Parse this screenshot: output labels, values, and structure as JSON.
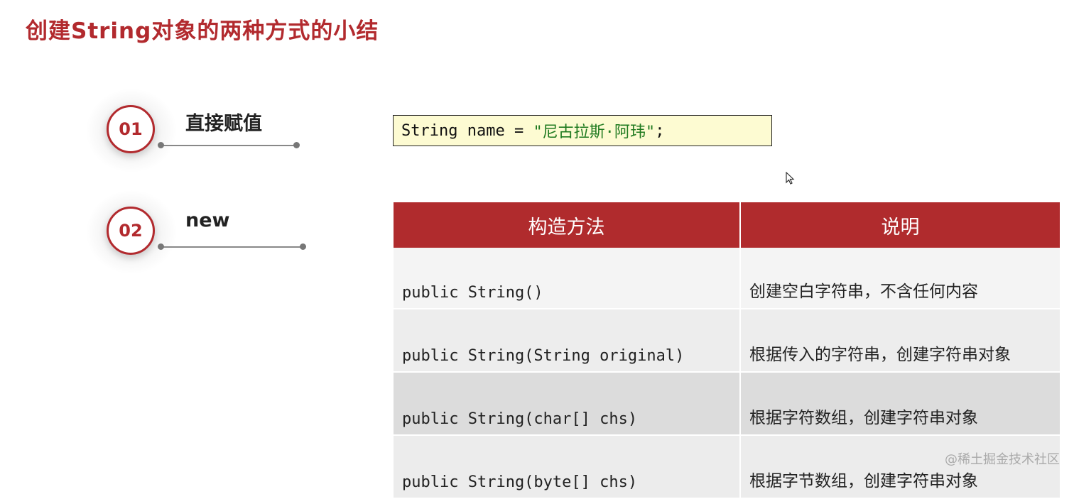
{
  "title": "创建String对象的两种方式的小结",
  "bullets": [
    {
      "number": "01",
      "label": "直接赋值"
    },
    {
      "number": "02",
      "label": "new"
    }
  ],
  "code_example": {
    "prefix": "String name = ",
    "string_literal": "\"尼古拉斯·阿玮\"",
    "suffix": ";"
  },
  "table": {
    "headers": [
      "构造方法",
      "说明"
    ],
    "rows": [
      {
        "method": "public String()",
        "desc": "创建空白字符串，不含任何内容"
      },
      {
        "method": "public String(String original)",
        "desc": "根据传入的字符串，创建字符串对象"
      },
      {
        "method": "public String(char[] chs)",
        "desc": "根据字符数组，创建字符串对象"
      },
      {
        "method": "public String(byte[] chs)",
        "desc": "根据字节数组，创建字符串对象"
      }
    ]
  },
  "watermark": "@稀土掘金技术社区",
  "colors": {
    "accent": "#b22a2e",
    "code_bg": "#fdfbd2",
    "string_green": "#1f7a1f"
  }
}
